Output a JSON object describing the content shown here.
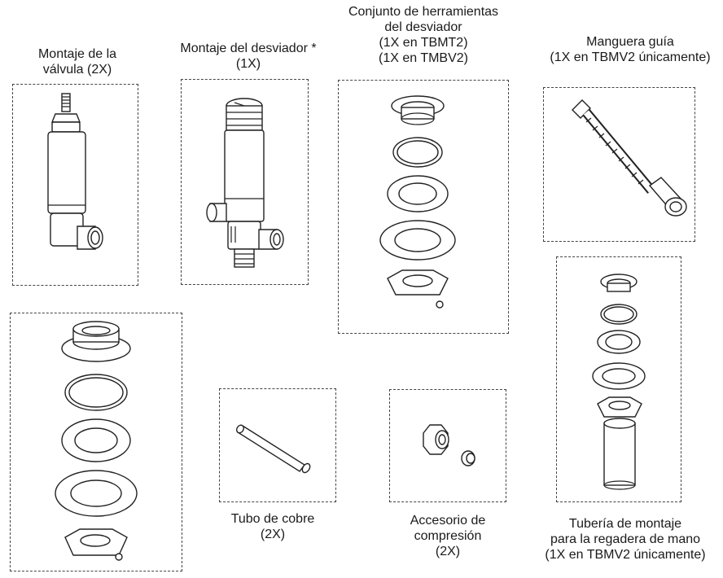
{
  "labels": {
    "valve": [
      "Montaje de la",
      "válvula (2X)"
    ],
    "diverter": [
      "Montaje del desviador *",
      "(1X)"
    ],
    "diverter_tools": [
      "Conjunto de herramientas",
      "del desviador",
      "(1X en TBMT2)",
      "(1X en TMBV2)"
    ],
    "guide_hose": [
      "Manguera guía",
      "(1X en TBMV2 únicamente)"
    ],
    "copper_tube": [
      "Tubo de cobre",
      "(2X)"
    ],
    "compression": [
      "Accesorio de",
      "compresión",
      "(2X)"
    ],
    "handshower_pipe": [
      "Tubería de montaje",
      "para la regadera de mano",
      "(1X en TBMV2 únicamente)"
    ]
  }
}
